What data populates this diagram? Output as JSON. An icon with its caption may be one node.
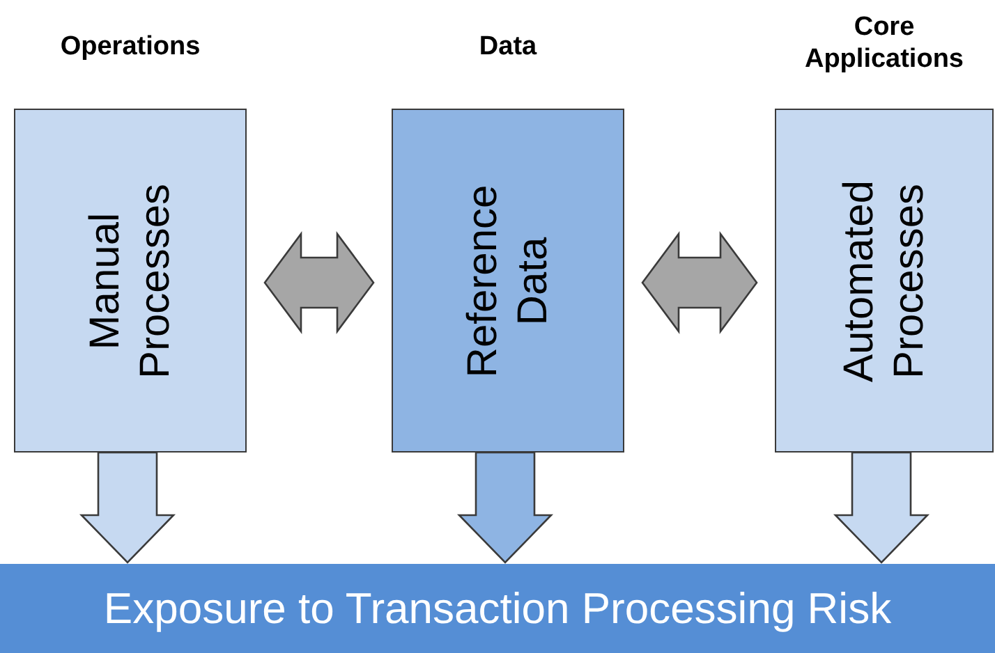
{
  "diagram": {
    "nodes": [
      {
        "text": [
          "Operations",
          "Manual Processes"
        ]
      },
      {
        "text": [
          "Data",
          "Reference Data"
        ]
      },
      {
        "text": [
          "Core Applications",
          "Automated Processes"
        ]
      },
      {
        "text": [
          "Exposure to Transaction Processing Risk"
        ]
      }
    ],
    "edges": [
      {
        "from": 0,
        "to": 1,
        "arrow": "both",
        "style": "thick",
        "color": "#a6a6a6"
      },
      {
        "from": 1,
        "to": 2,
        "arrow": "both",
        "style": "thick",
        "color": "#a6a6a6"
      },
      {
        "from": 0,
        "to": 3,
        "arrow": "to",
        "style": "thick"
      },
      {
        "from": 1,
        "to": 3,
        "arrow": "to",
        "style": "thick",
        "color": "#8eb4e3"
      },
      {
        "from": 2,
        "to": 3,
        "arrow": "to",
        "style": "thick"
      }
    ]
  }
}
